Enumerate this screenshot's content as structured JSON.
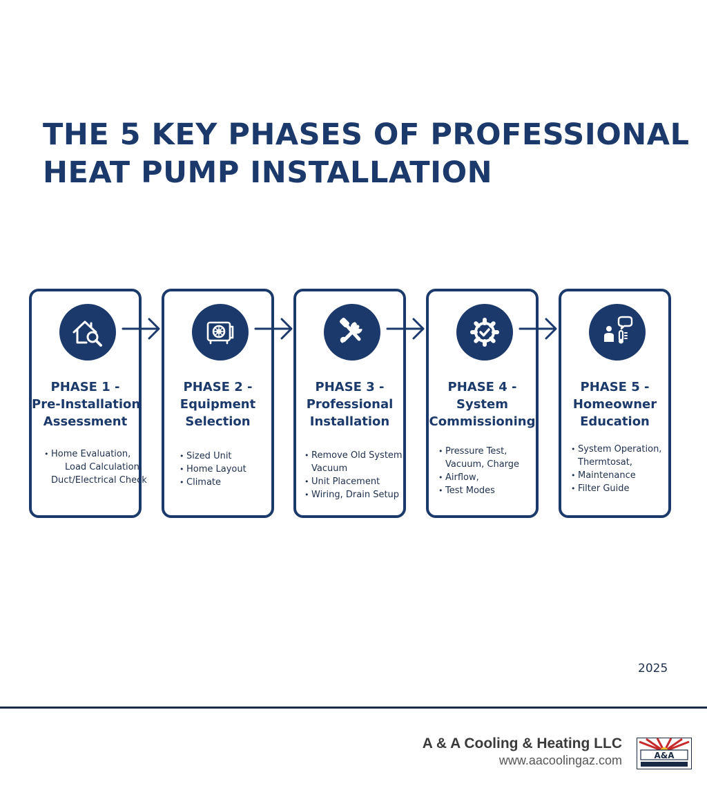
{
  "title": {
    "line1": "THE 5 KEY PHASES OF PROFESSIONAL",
    "line2": "HEAT PUMP INSTALLATION"
  },
  "phases": [
    {
      "icon": "home-search-icon",
      "title_line1": "PHASE 1 -",
      "title_line2": "Pre-Installation",
      "title_line3": "Assessment",
      "items": [
        "Home Evaluation,",
        "Load Calculation,",
        "Duct/Electrical Check"
      ]
    },
    {
      "icon": "heat-pump-unit-icon",
      "title_line1": "PHASE 2 -",
      "title_line2": "Equipment",
      "title_line3": "Selection",
      "items": [
        "Sized Unit",
        "Home Layout",
        "Climate"
      ]
    },
    {
      "icon": "tools-icon",
      "title_line1": "PHASE 3 -",
      "title_line2": "Professional",
      "title_line3": "Installation",
      "items": [
        "Remove Old System",
        "Vacuum",
        "Unit Placement",
        "Wiring, Drain Setup"
      ]
    },
    {
      "icon": "gear-check-icon",
      "title_line1": "PHASE 4 -",
      "title_line2": "System",
      "title_line3": "Commissioning",
      "items": [
        "Pressure Test,",
        "Vacuum, Charge",
        "Airflow,",
        "Test Modes"
      ]
    },
    {
      "icon": "person-thermostat-icon",
      "title_line1": "PHASE 5 -",
      "title_line2": "Homeowner",
      "title_line3": "Education",
      "items": [
        "System Operation,",
        "Thermtosat,",
        "Maintenance",
        "Filter Guide"
      ]
    }
  ],
  "footer": {
    "year": "2025",
    "company_name": "A & A Cooling & Heating LLC",
    "website": "www.aacoolingaz.com",
    "logo_text": "A&A"
  },
  "colors": {
    "navy": "#1b3a6b",
    "text": "#1e2f4d"
  }
}
